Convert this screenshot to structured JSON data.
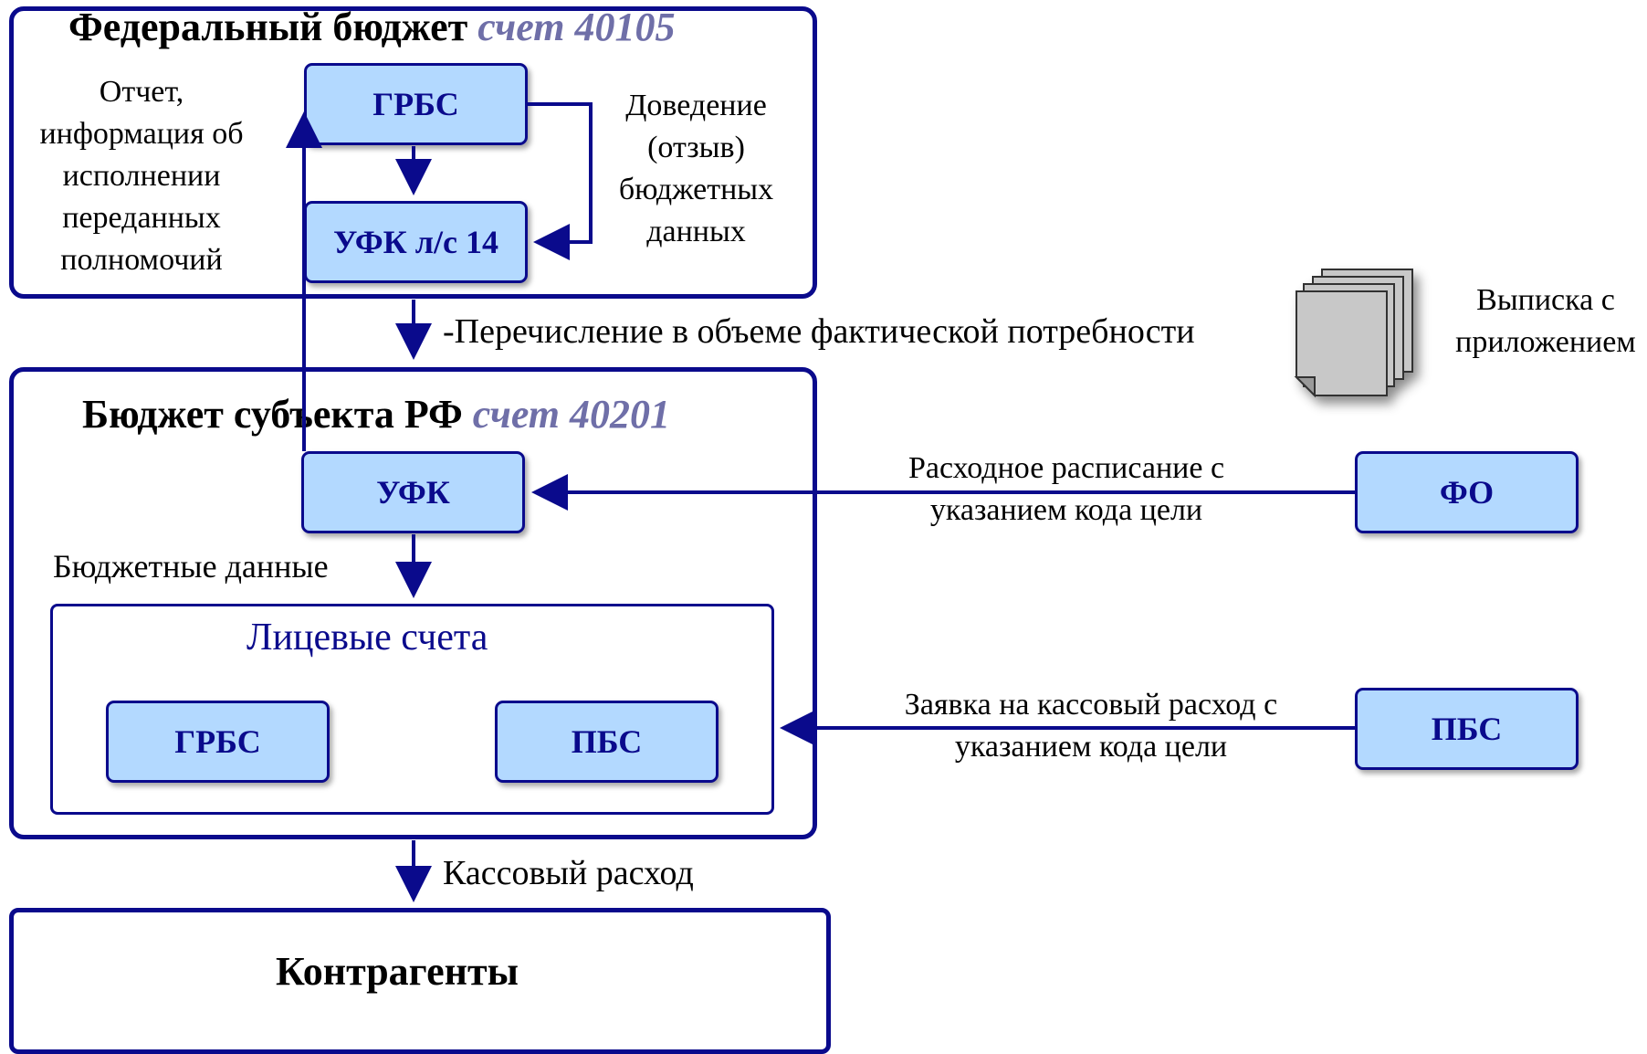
{
  "federal": {
    "title": "Федеральный бюджет",
    "account": "счет 40105",
    "report_label": "Отчет,\nинформация об\nисполнении\nпереданных\nполномочий",
    "grbs": "ГРБС",
    "ufk": "УФК л/с 14",
    "delivery_label": "Доведение\n(отзыв)\nбюджетных\nданных"
  },
  "transfer_label": "-Перечисление в объеме фактической потребности",
  "statement_label": "Выписка с\nприложением",
  "regional": {
    "title": "Бюджет субъекта РФ",
    "account": "счет 40201",
    "ufk": "УФК",
    "budget_data_label": "Бюджетные данные",
    "accounts_title": "Лицевые счета",
    "grbs": "ГРБС",
    "pbs": "ПБС"
  },
  "fo": {
    "name": "ФО",
    "label": "Расходное расписание с\nуказанием кода цели"
  },
  "pbs_external": {
    "name": "ПБС",
    "label": "Заявка на кассовый расход с\nуказанием кода цели"
  },
  "cash_expense_label": "Кассовый расход",
  "counterparties": "Контрагенты",
  "colors": {
    "accent": "#0a0a8c",
    "node_fill": "#b3d9ff",
    "account_text": "#6f6fa8"
  }
}
